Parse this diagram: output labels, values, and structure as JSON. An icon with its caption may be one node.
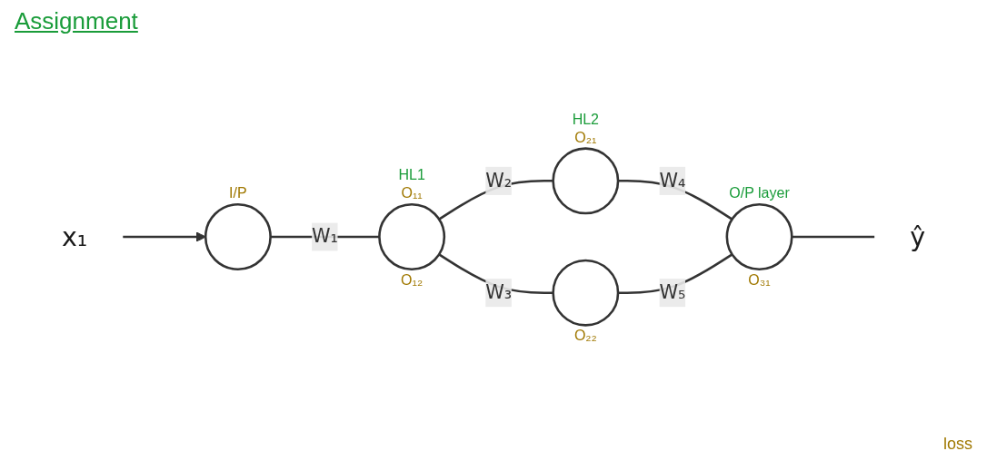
{
  "diagram": {
    "title": "Assignment",
    "nodes": [
      {
        "text": [
          "x₁"
        ]
      },
      {
        "text": [],
        "shape": "circle",
        "beside": [
          "I/P"
        ]
      },
      {
        "text": [],
        "shape": "circle",
        "beside": [
          "HL1",
          "O₁₁",
          "O₁₂"
        ]
      },
      {
        "text": [],
        "shape": "circle",
        "beside": [
          "HL2",
          "O₂₁"
        ]
      },
      {
        "text": [],
        "shape": "circle",
        "beside": [
          "O₂₂"
        ]
      },
      {
        "text": [],
        "shape": "circle",
        "beside": [
          "O/P layer",
          "O₃₁"
        ]
      },
      {
        "text": [
          "ŷ"
        ]
      }
    ],
    "edges": [
      {
        "from": 0,
        "to": 1,
        "arrow": "to"
      },
      {
        "from": 1,
        "to": 2,
        "arrow": "none",
        "label": "W₁"
      },
      {
        "from": 2,
        "to": 3,
        "arrow": "none",
        "label": "W₂"
      },
      {
        "from": 2,
        "to": 4,
        "arrow": "none",
        "label": "W₃"
      },
      {
        "from": 3,
        "to": 5,
        "arrow": "none",
        "label": "W₄"
      },
      {
        "from": 4,
        "to": 5,
        "arrow": "none",
        "label": "W₅"
      },
      {
        "from": 5,
        "to": 6,
        "arrow": "none"
      }
    ],
    "labels": [
      "loss"
    ]
  }
}
